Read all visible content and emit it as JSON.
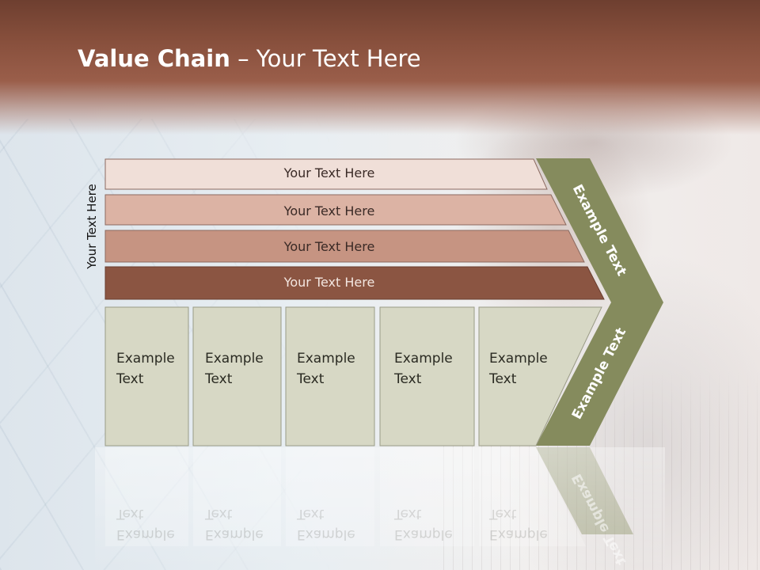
{
  "slide": {
    "title_bold": "Value Chain",
    "title_rest": " – Your Text Here",
    "side_label": "Your Text Here"
  },
  "bars": [
    {
      "label": "Your Text Here",
      "fill": "#f0dfd8"
    },
    {
      "label": "Your Text Here",
      "fill": "#dcb3a4"
    },
    {
      "label": "Your Text Here",
      "fill": "#c69482"
    },
    {
      "label": "Your Text Here",
      "fill": "#8b5542"
    }
  ],
  "chevron": {
    "upper_label": "Example Text",
    "lower_label": "Example Text",
    "fill": "#858b5d"
  },
  "boxes": [
    {
      "line1": "Example",
      "line2": "Text"
    },
    {
      "line1": "Example",
      "line2": "Text"
    },
    {
      "line1": "Example",
      "line2": "Text"
    },
    {
      "line1": "Example",
      "line2": "Text"
    },
    {
      "line1": "Example",
      "line2": "Text"
    }
  ],
  "box_fill": "#d7d8c5",
  "header_color": "#874f3c"
}
